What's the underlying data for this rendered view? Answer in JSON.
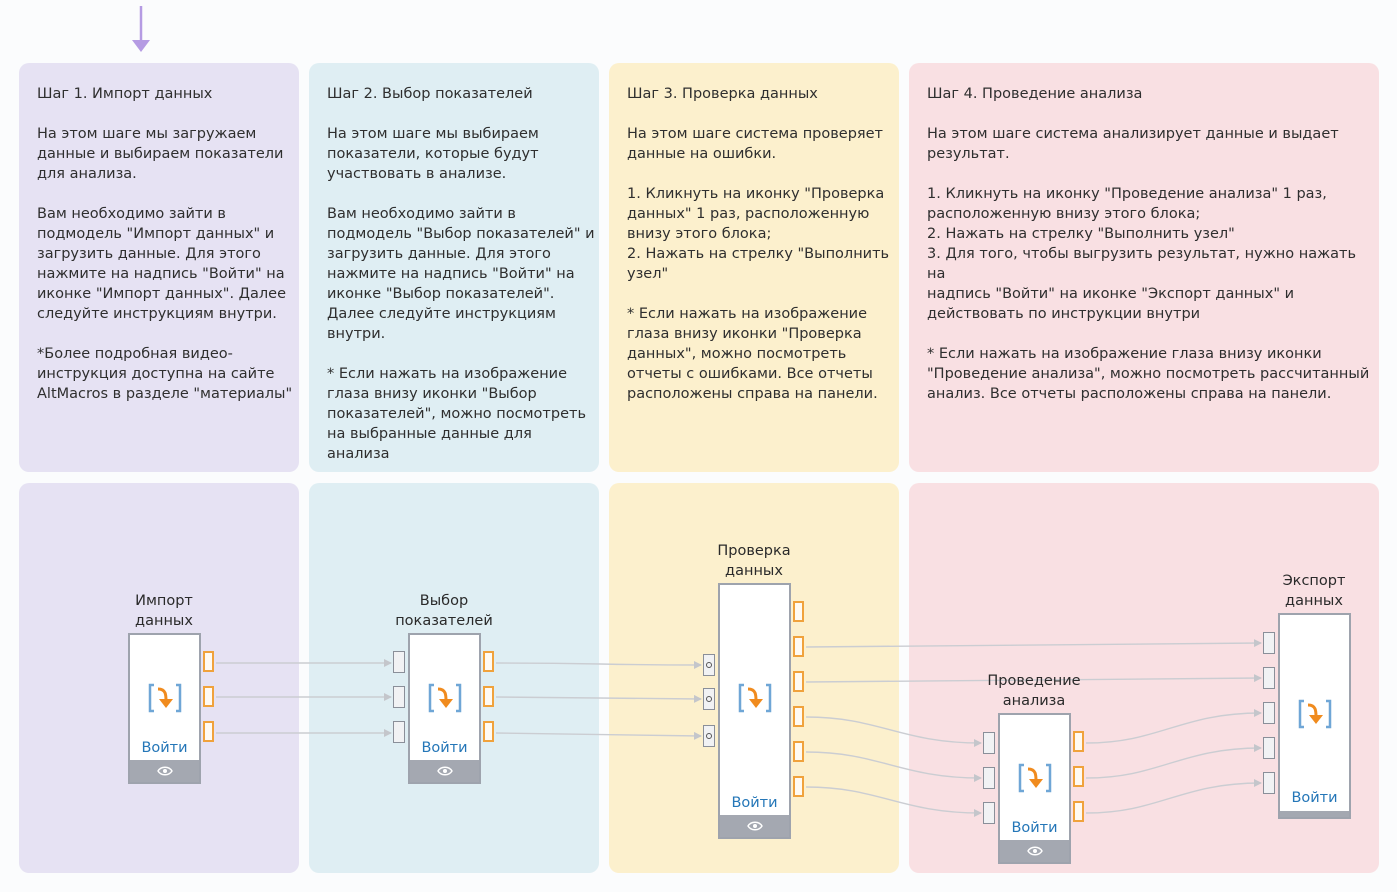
{
  "steps": [
    {
      "title": "Шаг 1. Импорт данных",
      "body": "На этом шаге мы загружаем\nданные и выбираем показатели\nдля анализа.\n\nВам необходимо зайти в\nподмодель \"Импорт данных\" и\nзагрузить данные. Для этого\nнажмите на надпись \"Войти\" на\nиконке \"Импорт данных\". Далее\nследуйте инструкциям внутри.\n\n*Более подробная видео-\nинструкция доступна на сайте\nAltMacros в разделе \"материалы\""
    },
    {
      "title": "Шаг 2. Выбор показателей",
      "body": "На этом шаге мы выбираем\nпоказатели, которые будут\nучаствовать в анализе.\n\nВам необходимо зайти в\nподмодель \"Выбор показателей\" и\nзагрузить данные. Для этого\nнажмите на надпись \"Войти\" на\nиконке \"Выбор показателей\".\nДалее следуйте инструкциям\nвнутри.\n\n* Если нажать на изображение\nглаза внизу иконки \"Выбор\nпоказателей\", можно посмотреть\nна выбранные данные для анализа"
    },
    {
      "title": "Шаг 3. Проверка данных",
      "body": "На этом шаге система проверяет\nданные на ошибки.\n\n1. Кликнуть на иконку \"Проверка\nданных\" 1 раз, расположенную\nвнизу этого блока;\n2. Нажать на стрелку \"Выполнить\nузел\"\n\n* Если нажать на изображение\nглаза внизу иконки \"Проверка\nданных\",  можно посмотреть\nотчеты с ошибками. Все отчеты\nрасположены справа на панели."
    },
    {
      "title": "Шаг 4. Проведение анализа",
      "body": "На этом шаге система анализирует данные и выдает\nрезультат.\n\n1. Кликнуть на иконку \"Проведение анализа\" 1 раз,\nрасположенную внизу этого блока;\n2. Нажать на стрелку \"Выполнить узел\"\n3. Для того, чтобы выгрузить результат, нужно нажать на\nнадпись \"Войти\" на иконке \"Экспорт данных\" и\nдействовать по инструкции внутри\n\n* Если нажать на изображение глаза внизу иконки\n\"Проведение анализа\",  можно посмотреть рассчитанный\nанализ. Все отчеты расположены справа на панели."
    }
  ],
  "nodes": {
    "import": {
      "label": "Импорт\nданных",
      "enter": "Войти"
    },
    "select": {
      "label": "Выбор\nпоказателей",
      "enter": "Войти"
    },
    "check": {
      "label": "Проверка\nданных",
      "enter": "Войти"
    },
    "analysis": {
      "label": "Проведение\nанализа",
      "enter": "Войти"
    },
    "export": {
      "label": "Экспорт\nданных",
      "enter": "Войти"
    }
  },
  "colors": {
    "panel_purple": "#e6e2f3",
    "panel_blue": "#dfeef3",
    "panel_yellow": "#fcf0cd",
    "panel_pink": "#f9e0e3",
    "port_out": "#f0a23c",
    "link": "#2577b8",
    "pointer_arrow": "#b59be3"
  },
  "icons": {
    "pointer": "arrow-down-icon",
    "node": "node-run-icon",
    "view": "eye-icon"
  }
}
